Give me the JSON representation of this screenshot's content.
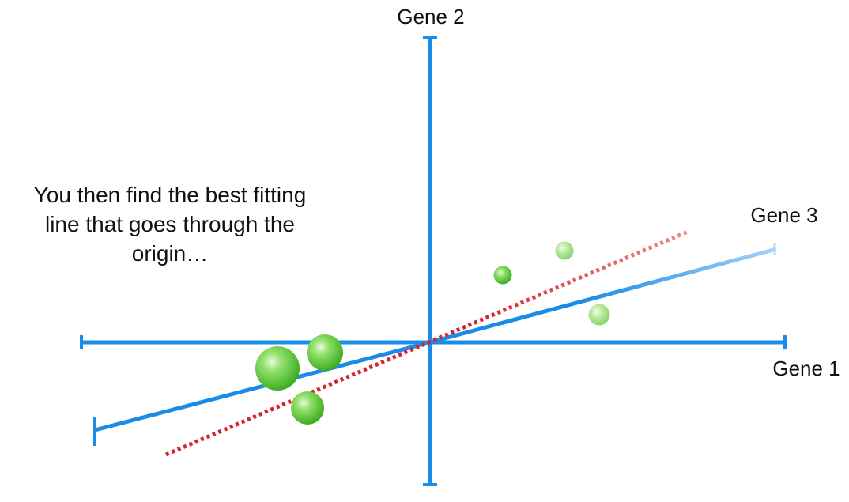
{
  "axes": {
    "gene1_label": "Gene 1",
    "gene2_label": "Gene 2",
    "gene3_label": "Gene 3"
  },
  "caption": {
    "lines": [
      "You then find the best fitting",
      "line that goes through the",
      "origin…"
    ]
  },
  "colors": {
    "axis": "#1a8ce8",
    "fit_line": "#d8232a",
    "point": "#5cc93a"
  }
}
